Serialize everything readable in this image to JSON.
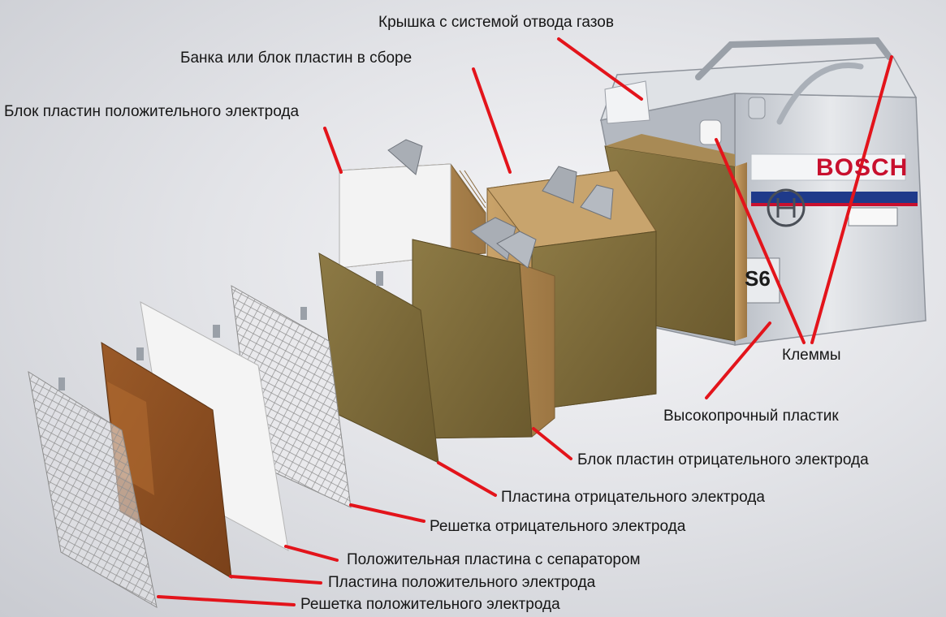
{
  "diagram": {
    "labels": {
      "lid_gas_vent": "Крышка с системой отвода газов",
      "cell_assembly": "Банка или блок пластин в сборе",
      "positive_block": "Блок пластин положительного электрода",
      "terminals": "Клеммы",
      "case_plastic": "Высокопрочный пластик",
      "negative_block": "Блок пластин отрицательного электрода",
      "negative_plate": "Пластина отрицательного электрода",
      "negative_grid": "Решетка отрицательного электрода",
      "positive_plate_separator": "Положительная пластина с сепаратором",
      "positive_plate": "Пластина положительного электрода",
      "positive_grid": "Решетка положительного электрода"
    },
    "battery": {
      "brand": "BOSCH",
      "model": "S6"
    },
    "colors": {
      "leader_line": "#e3141b",
      "negative_active_mass": "#7c6a3a",
      "positive_active_mass": "#8a4f22",
      "separator": "#f2f2f2",
      "grid_metal": "#9b9b9b",
      "case": "#cfd3d9",
      "brand_red": "#c8102e"
    }
  }
}
